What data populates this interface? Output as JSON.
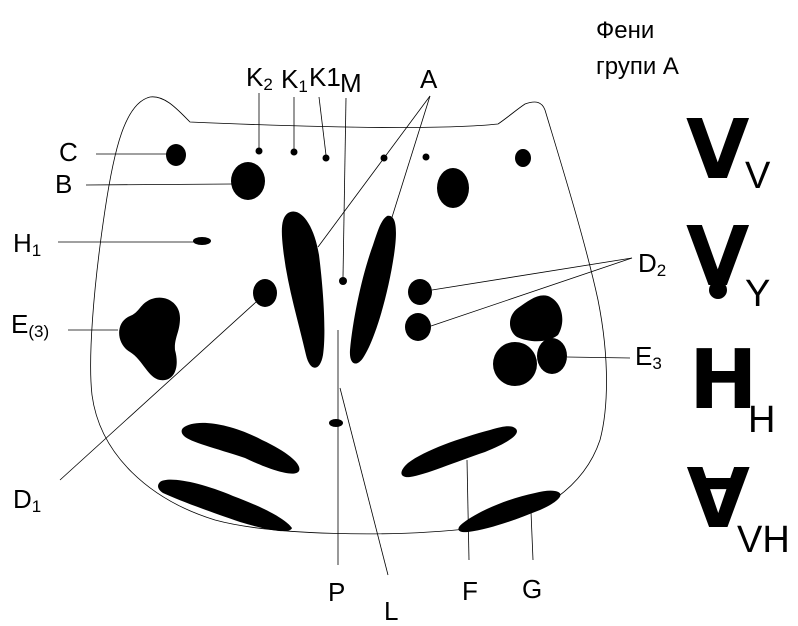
{
  "legend": {
    "title_line1": "Фени",
    "title_line2": "групи А",
    "items": [
      {
        "glyph": "V",
        "label": "V"
      },
      {
        "glyph": "V",
        "label": "Y"
      },
      {
        "glyph": "H",
        "label": "H"
      },
      {
        "glyph": "A",
        "label": "VH"
      }
    ]
  },
  "labels": {
    "K2": {
      "base": "K",
      "sub": "2"
    },
    "K1": {
      "base": "K",
      "sub": "1"
    },
    "K1b": {
      "text": "K1"
    },
    "M": {
      "text": "M"
    },
    "A": {
      "text": "A"
    },
    "C": {
      "text": "C"
    },
    "B": {
      "text": "B"
    },
    "H1": {
      "base": "H",
      "sub": "1"
    },
    "E3left": {
      "base": "E",
      "sub": "(3)"
    },
    "D2": {
      "base": "D",
      "sub": "2"
    },
    "E3right": {
      "base": "E",
      "sub": "3"
    },
    "D1": {
      "base": "D",
      "sub": "1"
    },
    "P": {
      "text": "P"
    },
    "L": {
      "text": "L"
    },
    "F": {
      "text": "F"
    },
    "G": {
      "text": "G"
    }
  },
  "colors": {
    "ink": "#000000",
    "background": "#ffffff"
  }
}
